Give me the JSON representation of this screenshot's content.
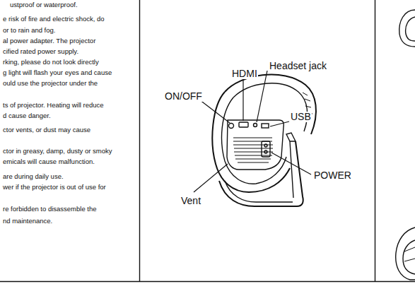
{
  "diagram": {
    "labels": [
      "ustproof or waterproof.",
      "e risk of fire and electric shock, do",
      "or to rain and fog.",
      "al power adapter. The projector",
      "cified rated power supply.",
      "rking, please do not look directly",
      "g light will flash your eyes and cause",
      "ould use the projector under the",
      "ts of projector. Heating will reduce",
      "d cause danger.",
      "ctor vents, or dust may cause",
      "ctor in greasy, damp, dusty or smoky",
      "emicals will cause malfunction.",
      "are during daily use.",
      "wer if the projector is out of use for",
      "re forbidden to disassemble the",
      "nd maintenance.",
      "HDMI",
      "Headset jack",
      "ON/OFF",
      "USB",
      "POWER",
      "Vent"
    ]
  }
}
